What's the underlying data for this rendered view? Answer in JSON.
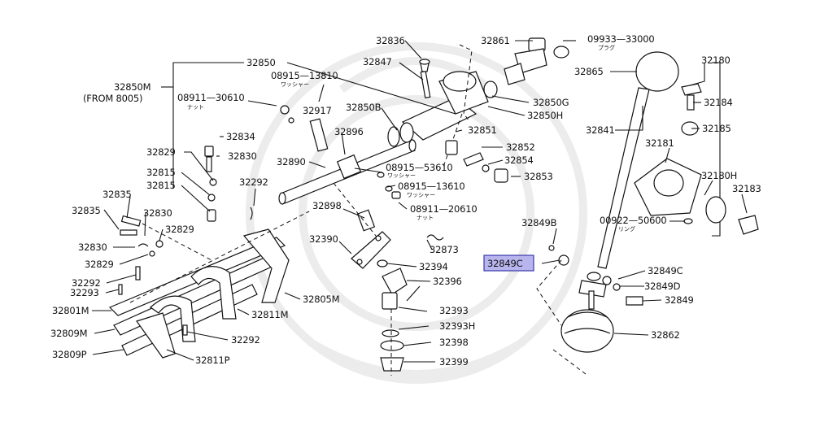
{
  "labels": {
    "p32850M": "32850M",
    "from8005": "(FROM 8005)",
    "p32850": "32850",
    "p08915_13810": "08915—13810",
    "p08915_13810_jp": "ワッシャー",
    "p08911_30610": "08911—30610",
    "p08911_30610_jp": "ナット",
    "p32917": "32917",
    "p32850B": "32850B",
    "p32847": "32847",
    "p32836": "32836",
    "p32861": "32861",
    "p09933_33000": "09933—33000",
    "p09933_jp": "プラグ",
    "p32865": "32865",
    "p32850G": "32850G",
    "p32850H": "32850H",
    "p32851": "32851",
    "p32896": "32896",
    "p32834": "32834",
    "p32829a": "32829",
    "p32830a": "32830",
    "p32815a": "32815",
    "p32815b": "32815",
    "p32292a": "32292",
    "p32890": "32890",
    "p32852": "32852",
    "p32854": "32854",
    "p32853": "32853",
    "p08915_53610": "08915—53610",
    "p08915_53610_jp": "ワッシャー",
    "p08915_13610": "08915—13610",
    "p08915_13610_jp": "ワッシャー",
    "p08911_20610": "08911—20610",
    "p08911_20610_jp": "ナット",
    "p32835a": "32835",
    "p32835b": "32835",
    "p32830b": "32830",
    "p32829b": "32829",
    "p32830c": "32830",
    "p32829c": "32829",
    "p32898": "32898",
    "p32390": "32390",
    "p32873": "32873",
    "p32394": "32394",
    "p32396": "32396",
    "p32292b": "32292",
    "p32293": "32293",
    "p32801M": "32801M",
    "p32805M": "32805M",
    "p32811M": "32811M",
    "p32809M": "32809M",
    "p32809P": "32809P",
    "p32811P": "32811P",
    "p32292c": "32292",
    "p32393": "32393",
    "p32393H": "32393H",
    "p32398": "32398",
    "p32399": "32399",
    "p32841": "32841",
    "p32180": "32180",
    "p32184": "32184",
    "p32185": "32185",
    "p32181": "32181",
    "p32180H": "32180H",
    "p32183": "32183",
    "p00922_50600": "00922—50600",
    "p00922_jp": "リング",
    "p32849B": "32849B",
    "p32849C_hl": "32849C",
    "p32849C": "32849C",
    "p32849D": "32849D",
    "p32849": "32849",
    "p32862": "32862"
  },
  "colors": {
    "highlight_fill": "#b7b4ee",
    "highlight_stroke": "#3a39a8",
    "line": "#111111",
    "watermark": "#ececec"
  }
}
